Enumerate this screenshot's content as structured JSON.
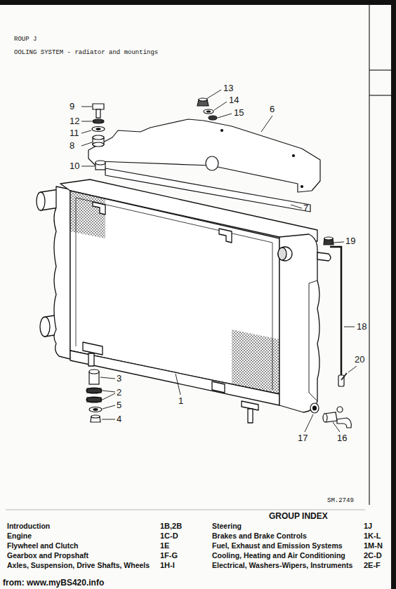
{
  "diagram": {
    "labels": [
      "ROUP J",
      "OOLING SYSTEM - radiator and mountings",
      "13",
      "14",
      "15",
      "6",
      "9",
      "12",
      "11",
      "8",
      "10",
      "7",
      "19",
      "18",
      "20",
      "1",
      "3",
      "2",
      "5",
      "4",
      "17",
      "16",
      "SM.2749",
      "GROUP INDEX",
      "Introduction",
      "1B,2B",
      "Engine",
      "1C-D",
      "Flywheel and Clutch",
      "1E",
      "Gearbox and Propshaft",
      "1F-G",
      "Axles, Suspension, Drive Shafts, Wheels",
      "1H-I",
      "Steering",
      "1J",
      "Brakes and Brake Controls",
      "1K-L",
      "Fuel, Exhaust and Emission Systems",
      "1M-N",
      "Cooling, Heating and Air Conditioning",
      "2C-D",
      "Electrical, Washers-Wipers, Instruments",
      "2E-F",
      "from: www.myBS420.info"
    ]
  }
}
